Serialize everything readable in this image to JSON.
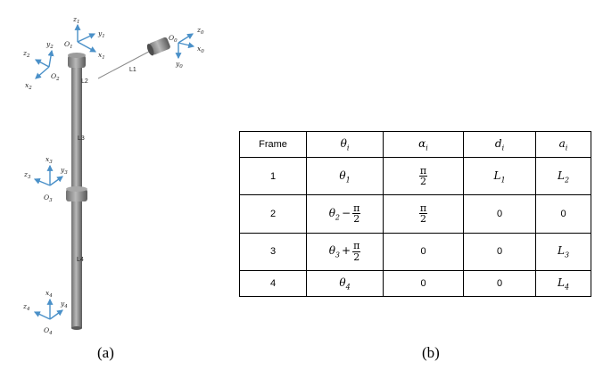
{
  "figure": {
    "caption_a": "(a)",
    "caption_b": "(b)"
  },
  "robot": {
    "frames": [
      {
        "origin": "O",
        "sub": "0",
        "axes": [
          {
            "name": "z",
            "sub": "0"
          },
          {
            "name": "x",
            "sub": "0"
          },
          {
            "name": "y",
            "sub": "0"
          }
        ]
      },
      {
        "origin": "O",
        "sub": "1",
        "axes": [
          {
            "name": "z",
            "sub": "1"
          },
          {
            "name": "y",
            "sub": "1"
          },
          {
            "name": "x",
            "sub": "1"
          }
        ]
      },
      {
        "origin": "O",
        "sub": "2",
        "axes": [
          {
            "name": "z",
            "sub": "2"
          },
          {
            "name": "y",
            "sub": "2"
          },
          {
            "name": "x",
            "sub": "2"
          }
        ]
      },
      {
        "origin": "O",
        "sub": "3",
        "axes": [
          {
            "name": "x",
            "sub": "3"
          },
          {
            "name": "z",
            "sub": "3"
          },
          {
            "name": "y",
            "sub": "3"
          }
        ]
      },
      {
        "origin": "O",
        "sub": "4",
        "axes": [
          {
            "name": "x",
            "sub": "4"
          },
          {
            "name": "z",
            "sub": "4"
          },
          {
            "name": "y",
            "sub": "4"
          }
        ]
      }
    ],
    "segments": [
      "L1",
      "L2",
      "L3",
      "L4"
    ]
  },
  "table": {
    "headers": {
      "frame": "Frame",
      "theta": {
        "sym": "θ",
        "sub": "i"
      },
      "alpha": {
        "sym": "α",
        "sub": "i"
      },
      "d": {
        "sym": "d",
        "sub": "i"
      },
      "a": {
        "sym": "a",
        "sub": "i"
      }
    },
    "rows": [
      {
        "frame": "1",
        "theta": {
          "sym": "θ",
          "sub": "1",
          "op": "",
          "num": "",
          "den": ""
        },
        "alpha": {
          "num": "π",
          "den": "2",
          "text": ""
        },
        "d": {
          "sym": "L",
          "sub": "1",
          "text": ""
        },
        "a": {
          "sym": "L",
          "sub": "2",
          "text": ""
        }
      },
      {
        "frame": "2",
        "theta": {
          "sym": "θ",
          "sub": "2",
          "op": "−",
          "num": "π",
          "den": "2"
        },
        "alpha": {
          "num": "π",
          "den": "2",
          "text": ""
        },
        "d": {
          "sym": "",
          "sub": "",
          "text": "0"
        },
        "a": {
          "sym": "",
          "sub": "",
          "text": "0"
        }
      },
      {
        "frame": "3",
        "theta": {
          "sym": "θ",
          "sub": "3",
          "op": "+",
          "num": "π",
          "den": "2"
        },
        "alpha": {
          "num": "",
          "den": "",
          "text": "0"
        },
        "d": {
          "sym": "",
          "sub": "",
          "text": "0"
        },
        "a": {
          "sym": "L",
          "sub": "3",
          "text": ""
        }
      },
      {
        "frame": "4",
        "theta": {
          "sym": "θ",
          "sub": "4",
          "op": "",
          "num": "",
          "den": ""
        },
        "alpha": {
          "num": "",
          "den": "",
          "text": "0"
        },
        "d": {
          "sym": "",
          "sub": "",
          "text": "0"
        },
        "a": {
          "sym": "L",
          "sub": "4",
          "text": ""
        }
      }
    ]
  }
}
